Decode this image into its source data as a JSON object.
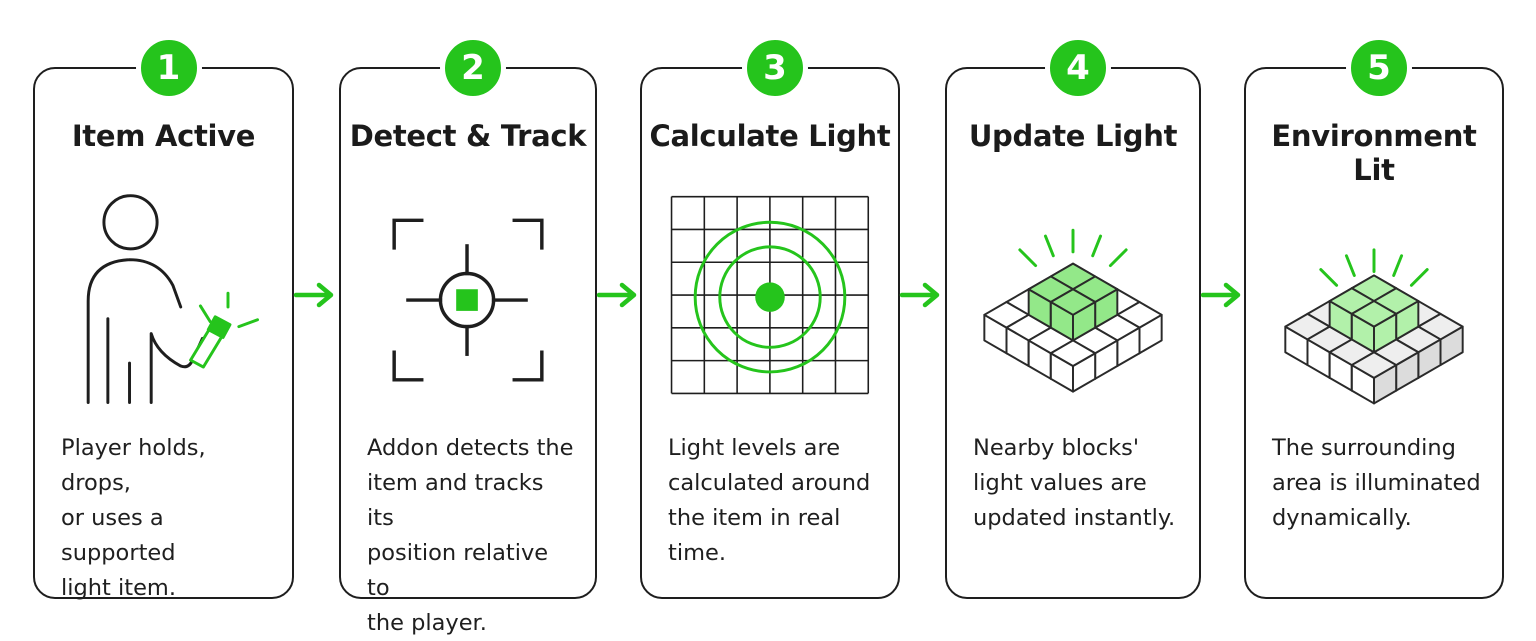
{
  "steps": [
    {
      "number": "1",
      "title": "Item Active",
      "lines": [
        "Player holds, drops,",
        "or uses a supported",
        "light item."
      ]
    },
    {
      "number": "2",
      "title": "Detect & Track",
      "lines": [
        "Addon detects the",
        "item and tracks its",
        "position relative to",
        "the player."
      ]
    },
    {
      "number": "3",
      "title": "Calculate Light",
      "lines": [
        "Light levels are",
        "calculated around",
        "the item in real time."
      ]
    },
    {
      "number": "4",
      "title": "Update Light",
      "lines": [
        "Nearby blocks'",
        "light values are",
        "updated instantly."
      ]
    },
    {
      "number": "5",
      "title": "Environment Lit",
      "lines": [
        "The surrounding",
        "area is illuminated",
        "dynamically."
      ]
    }
  ],
  "icons": [
    "person-holding-torch-icon",
    "crosshair-target-icon",
    "light-grid-radius-icon",
    "lit-blocks-icon",
    "illuminated-environment-icon"
  ],
  "colors": {
    "accent": "#25c41c",
    "stroke": "#1e1e1e",
    "light_fill": "#6fe062"
  }
}
